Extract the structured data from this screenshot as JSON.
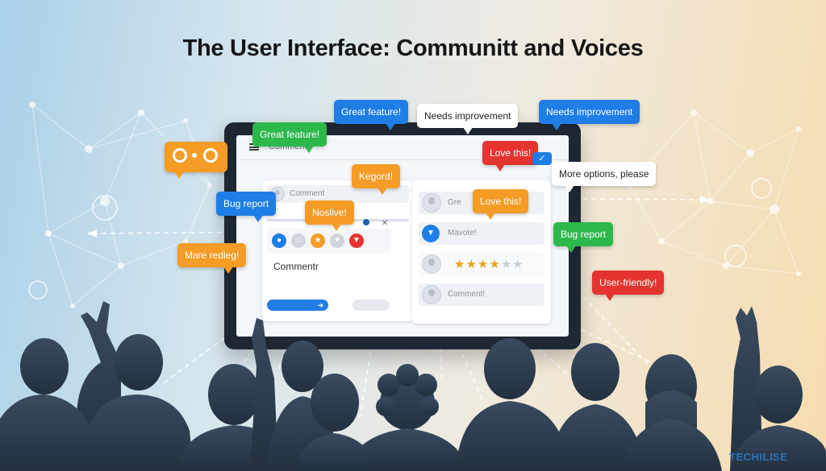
{
  "title": "The User Interface: Communitt and Voices",
  "screen": {
    "topbar_label": "Comment",
    "left_card": {
      "field_placeholder": "Comment",
      "comment_label": "Commentr"
    },
    "right_card": {
      "row1": "Gre",
      "row2": "Mavote!",
      "row4": "Comment!",
      "rating_filled": 4,
      "rating_max": 6
    }
  },
  "bubbles": {
    "great_feature_top": "Great feature!",
    "needs_improvement_white": "Needs improvement",
    "needs_improvement_blue": "Needs improvement",
    "great_feature_green": "Great feature!",
    "love_this_red": "Love this!",
    "more_options": "More options, please",
    "kegord": "Kegord!",
    "bug_report_blue": "Bug report",
    "noslive": "Noslive!",
    "love_this_orange": "Love this!",
    "bug_report_green": "Bug report",
    "mare_redleg": "Mare redleg!",
    "user_friendly": "User-friendly!"
  },
  "logo_text": "TECHILISE",
  "colors": {
    "green": "#2cb84b",
    "blue": "#1f7ee6",
    "orange": "#f59c26",
    "red": "#e5342f",
    "tablet_frame": "#1f2733",
    "crowd_silhouette": "#2b3a4c"
  },
  "icons": [
    "chat-icon",
    "menu-icon",
    "user-icon",
    "star-icon",
    "close-icon",
    "check-icon",
    "filter-icon"
  ]
}
